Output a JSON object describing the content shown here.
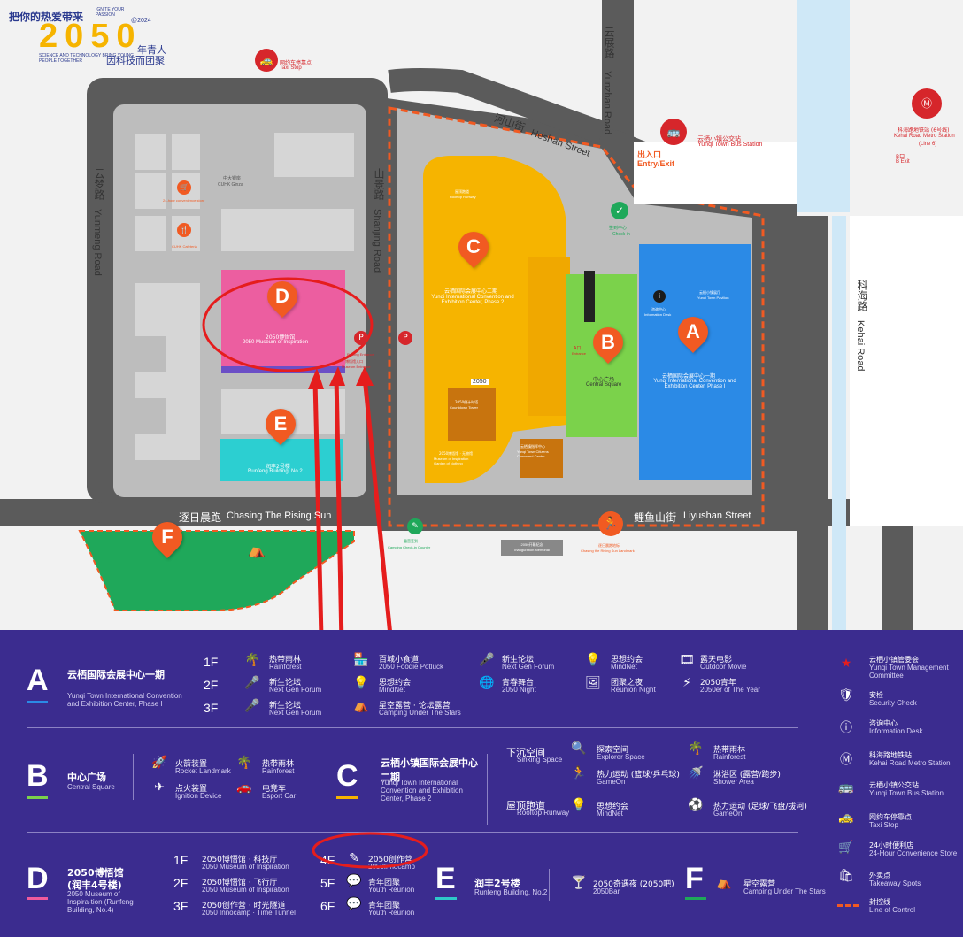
{
  "header": {
    "slogan": "把你的热爱带来",
    "slogan_en": "IGNITE YOUR PASSION",
    "logo_text": "2050",
    "year_badge": "@2024",
    "tagline_en": "SCIENCE AND TECHNOLOGY BRING YOUNG PEOPLE TOGETHER",
    "tagline_cn_1": "年青人",
    "tagline_cn_2": "因科技而团聚"
  },
  "map": {
    "taxi_stop_top": {
      "cn": "网约车停靠点",
      "en": "Taxi Stop"
    },
    "yunzhan_road": {
      "cn": "云展路",
      "en": "Yunzhan Road"
    },
    "heshan_street": {
      "cn": "河山街",
      "en": "Heshan Street"
    },
    "yunmeng_road": {
      "cn": "云梦路",
      "en": "Yunmeng Road"
    },
    "shanjing_road": {
      "cn": "山景路",
      "en": "Shanjing Road"
    },
    "kehai_road": {
      "cn": "科海路",
      "en": "Kehai Road"
    },
    "chasing_sun_road": {
      "cn": "逐日晨跑",
      "en": "Chasing The Rising Sun"
    },
    "liyushan_street": {
      "cn": "鲤鱼山街",
      "en": "Liyushan Street"
    },
    "bus_station": {
      "cn": "云栖小镇公交站",
      "en": "Yunqi Town Bus Station"
    },
    "entry_exit": {
      "cn": "出入口",
      "en": "Entry/Exit"
    },
    "metro_station": {
      "cn": "科海路地铁站 (6号线)",
      "en": "Kehai Road Metro Station",
      "line": "(Line 6)"
    },
    "b_exit": {
      "cn": "B口",
      "en": "B Exit"
    },
    "check_in": {
      "cn": "签到中心",
      "en": "Check-in"
    },
    "cuhk_ginza": {
      "cn": "中大银座",
      "en": "CUHK Ginza"
    },
    "convenience": {
      "cn": "24小时便利店",
      "en": "24-hour convenience store"
    },
    "cuhk_cafeteria": {
      "cn": "中大食堂",
      "en": "CUHK Cafeteria"
    },
    "zone_a": {
      "letter": "A",
      "cn": "云栖国际会展中心一期",
      "en": "Yunqi International Convention and Exhibition Center, Phase I"
    },
    "zone_b": {
      "letter": "B",
      "cn": "中心广场",
      "en": "Central Square"
    },
    "zone_c": {
      "letter": "C",
      "cn": "云栖国际会展中心二期",
      "en": "Yunqi International Convention and Exhibition Center, Phase 2"
    },
    "zone_d": {
      "letter": "D",
      "cn": "2050博悟馆",
      "en": "2050 Museum of Inspiration"
    },
    "zone_e": {
      "letter": "E",
      "cn": "润丰2号楼",
      "en": "Runfeng Building, No.2"
    },
    "zone_f": {
      "letter": "F"
    },
    "info_desk": {
      "cn": "咨询中心",
      "en": "Information Desk"
    },
    "town_pavilion": {
      "cn": "云栖小镇展厅",
      "en": "Yunqi Town Pavilion"
    },
    "countdown_tower": {
      "cn": "2050倒计时塔",
      "en": "Countdown Tower"
    },
    "countdown_plate": "2050",
    "rooftop_runway": {
      "cn": "屋顶跑道",
      "en": "Rooftop Runway"
    },
    "museum_nothing": {
      "cn": "2050博悟馆 · 无物馆",
      "en": "Museum of Inspiration Garden of Nothing"
    },
    "command_center": {
      "cn": "云栖镇指挥中心",
      "en": "Yunqi Town Citizens Command Center"
    },
    "parking": {
      "cn": "停车场出入口",
      "en": "Parking Entrance"
    },
    "camping_checkin": {
      "cn": "露营签到",
      "en": "Camping Check-in Counter"
    },
    "inauguration": {
      "cn": "2050开幕纪念",
      "en": "Inauguration Memorial"
    },
    "sun_landmark": {
      "cn": "逐日晨跑地标",
      "en": "Chasing the Rising Sun Landmark"
    },
    "museum_entrance": {
      "cn": "博悟馆入口",
      "en": "Museum Entrance"
    },
    "door_a": "A口",
    "door_en": "Entrance"
  },
  "legend": {
    "a": {
      "letter": "A",
      "cn": "云栖国际会展中心一期",
      "en": "Yunqi Town International Convention and Exhibition Center, Phase I",
      "color": "#2b8ae6",
      "floors": [
        "1F",
        "2F",
        "3F"
      ],
      "col1": [
        {
          "icon": "palm-tree-icon",
          "cn": "热带雨林",
          "en": "Rainforest"
        },
        {
          "icon": "microphone-icon",
          "cn": "新生论坛",
          "en": "Next Gen Forum"
        },
        {
          "icon": "microphone-icon",
          "cn": "新生论坛",
          "en": "Next Gen Forum"
        }
      ],
      "col2": [
        {
          "icon": "shop-icon",
          "cn": "百城小食道",
          "en": "2050 Foodie Potluck"
        },
        {
          "icon": "lightbulb-icon",
          "cn": "思想约会",
          "en": "MindNet"
        },
        {
          "icon": "tent-icon",
          "cn": "星空露营 · 论坛露营",
          "en": "Camping Under The Stars"
        }
      ],
      "col3": [
        {
          "icon": "microphone-icon",
          "cn": "新生论坛",
          "en": "Next Gen Forum"
        },
        {
          "icon": "globe-icon",
          "cn": "青春舞台",
          "en": "2050 Night"
        }
      ],
      "col4": [
        {
          "icon": "lightbulb-icon",
          "cn": "思想约会",
          "en": "MindNet"
        },
        {
          "icon": "image-icon",
          "cn": "团聚之夜",
          "en": "Reunion Night"
        }
      ],
      "col5": [
        {
          "icon": "film-icon",
          "cn": "露天电影",
          "en": "Outdoor Movie"
        },
        {
          "icon": "lightning-icon",
          "cn": "2050青年",
          "en": "2050er of The Year"
        }
      ]
    },
    "b": {
      "letter": "B",
      "cn": "中心广场",
      "en": "Central Square",
      "color": "#7bd24b",
      "col1": [
        {
          "icon": "rocket-icon",
          "cn": "火箭装置",
          "en": "Rocket Landmark"
        },
        {
          "icon": "plane-icon",
          "cn": "点火装置",
          "en": "Ignition Device"
        }
      ],
      "col2": [
        {
          "icon": "palm-tree-icon",
          "cn": "热带雨林",
          "en": "Rainforest"
        },
        {
          "icon": "car-icon",
          "cn": "电竞车",
          "en": "Esport Car"
        }
      ]
    },
    "c": {
      "letter": "C",
      "cn": "云栖小镇国际会展中心二期",
      "en": "Yunqi Town International Convention and Exhibition Center, Phase 2",
      "color": "#f6b400",
      "sunken": {
        "cn": "下沉空间",
        "en": "Sinking Space"
      },
      "rooftop": {
        "cn": "屋顶跑道",
        "en": "Rooftop Runway"
      },
      "items": [
        {
          "icon": "search-icon",
          "cn": "探索空间",
          "en": "Explorer Space"
        },
        {
          "icon": "running-icon",
          "cn": "热力运动 (篮球/乒乓球)",
          "en": "GameOn"
        },
        {
          "icon": "lightbulb-icon",
          "cn": "思想约会",
          "en": "MindNet"
        }
      ],
      "items2": [
        {
          "icon": "palm-tree-icon",
          "cn": "热带雨林",
          "en": "Rainforest"
        },
        {
          "icon": "shower-icon",
          "cn": "淋浴区 (露营/跑步)",
          "en": "Shower Area"
        },
        {
          "icon": "ball-icon",
          "cn": "热力运动 (足球/飞盘/拔河)",
          "en": "GameOn"
        }
      ]
    },
    "d": {
      "letter": "D",
      "cn": "2050博悟馆",
      "cn2": "(润丰4号楼)",
      "en": "2050 Museum of Inspira-tion (Runfeng Building, No.4)",
      "color": "#ef5b9c",
      "floors": [
        "1F",
        "2F",
        "3F"
      ],
      "items": [
        {
          "cn": "2050博悟馆 · 科技厅",
          "en": "2050 Museum of Inspiration"
        },
        {
          "cn": "2050博悟馆 · 飞行厅",
          "en": "2050 Museum of Inspiration"
        },
        {
          "cn": "2050创作营 · 时光隧道",
          "en": "2050 Innocamp · Time Tunnel"
        }
      ],
      "floors2": [
        "4F",
        "5F",
        "6F"
      ],
      "items2": [
        {
          "icon": "pen-icon",
          "cn": "2050创作营",
          "en": "2050Innocamp"
        },
        {
          "icon": "chat-icon",
          "cn": "青年团聚",
          "en": "Youth Reunion"
        },
        {
          "icon": "chat-icon",
          "cn": "青年团聚",
          "en": "Youth Reunion"
        }
      ]
    },
    "e": {
      "letter": "E",
      "cn": "润丰2号楼",
      "en": "Runfeng Building, No.2",
      "color": "#2ec7c9",
      "item": {
        "icon": "cocktail-icon",
        "cn": "2050奇遇夜 (2050吧)",
        "en": "2050Bar"
      }
    },
    "f": {
      "letter": "F",
      "color": "#1fa85a",
      "item": {
        "icon": "tent-icon",
        "cn": "星空露营",
        "en": "Camping Under The Stars"
      }
    },
    "right": [
      {
        "icon": "star-icon",
        "cn": "云栖小镇管委会",
        "en": "Yunqi Town Management Committee"
      },
      {
        "icon": "shield-icon",
        "cn": "安检",
        "en": "Security Check"
      },
      {
        "icon": "info-icon",
        "cn": "咨询中心",
        "en": "Information Desk"
      },
      {
        "icon": "metro-icon",
        "cn": "科海路地铁站",
        "en": "Kehai Road Metro Station"
      },
      {
        "icon": "bus-icon",
        "cn": "云栖小镇公交站",
        "en": "Yunqi Town Bus Station"
      },
      {
        "icon": "taxi-icon",
        "cn": "网约车停靠点",
        "en": "Taxi Stop"
      },
      {
        "icon": "cart-icon",
        "cn": "24小时便利店",
        "en": "24-Hour Convenience Store"
      },
      {
        "icon": "takeaway-icon",
        "cn": "外卖点",
        "en": "Takeaway Spots"
      },
      {
        "icon": "control-line-icon",
        "cn": "封控线",
        "en": "Line of Control"
      }
    ]
  }
}
